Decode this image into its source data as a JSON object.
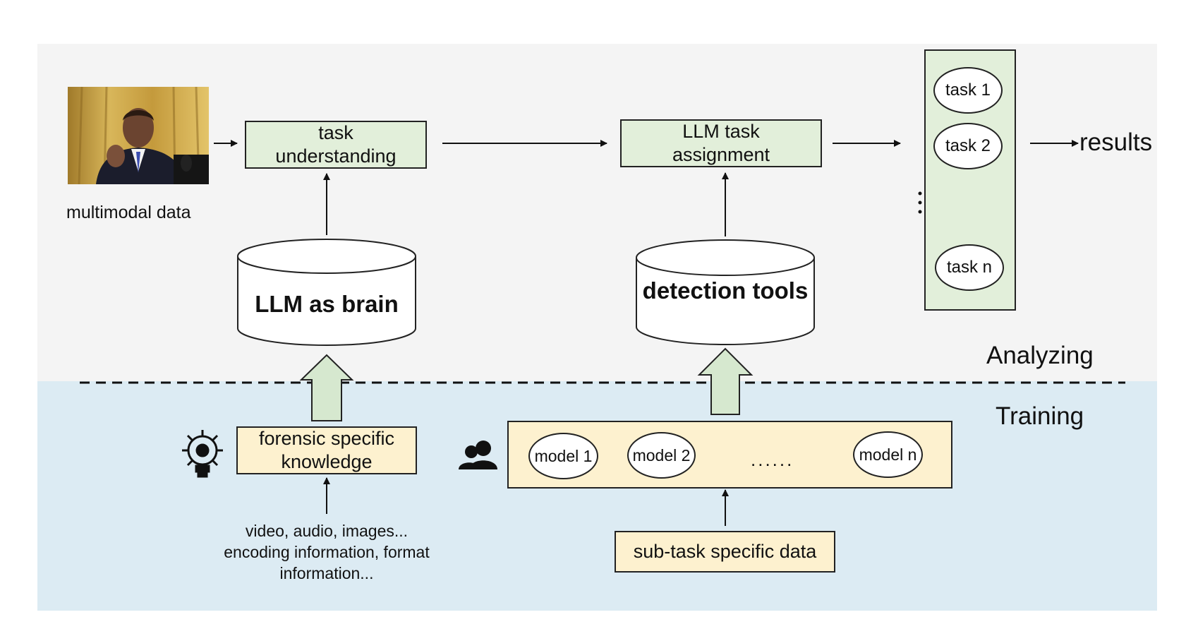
{
  "input": {
    "caption": "multimodal data"
  },
  "analyzing": {
    "section_label": "Analyzing",
    "task_understanding": "task understanding",
    "llm_task_assignment": "LLM task assignment",
    "llm_brain": "LLM as brain",
    "detection_tools": "detection tools",
    "tasks": [
      "task 1",
      "task 2",
      "task n"
    ],
    "results": "results"
  },
  "training": {
    "section_label": "Training",
    "forensic_knowledge": "forensic specific knowledge",
    "knowledge_sources": [
      "video, audio, images...",
      "encoding information, format",
      "information..."
    ],
    "models": [
      "model 1",
      "model 2",
      "model n"
    ],
    "models_ellipsis": "......",
    "subtask_data": "sub-task specific data"
  },
  "icons": [
    "lightbulb-gear-icon",
    "users-icon"
  ],
  "colors": {
    "analyzing_bg": "#f4f4f4",
    "training_bg": "#dcebf3",
    "green_box": "#e2efda",
    "yellow_box": "#fdf1cf"
  }
}
